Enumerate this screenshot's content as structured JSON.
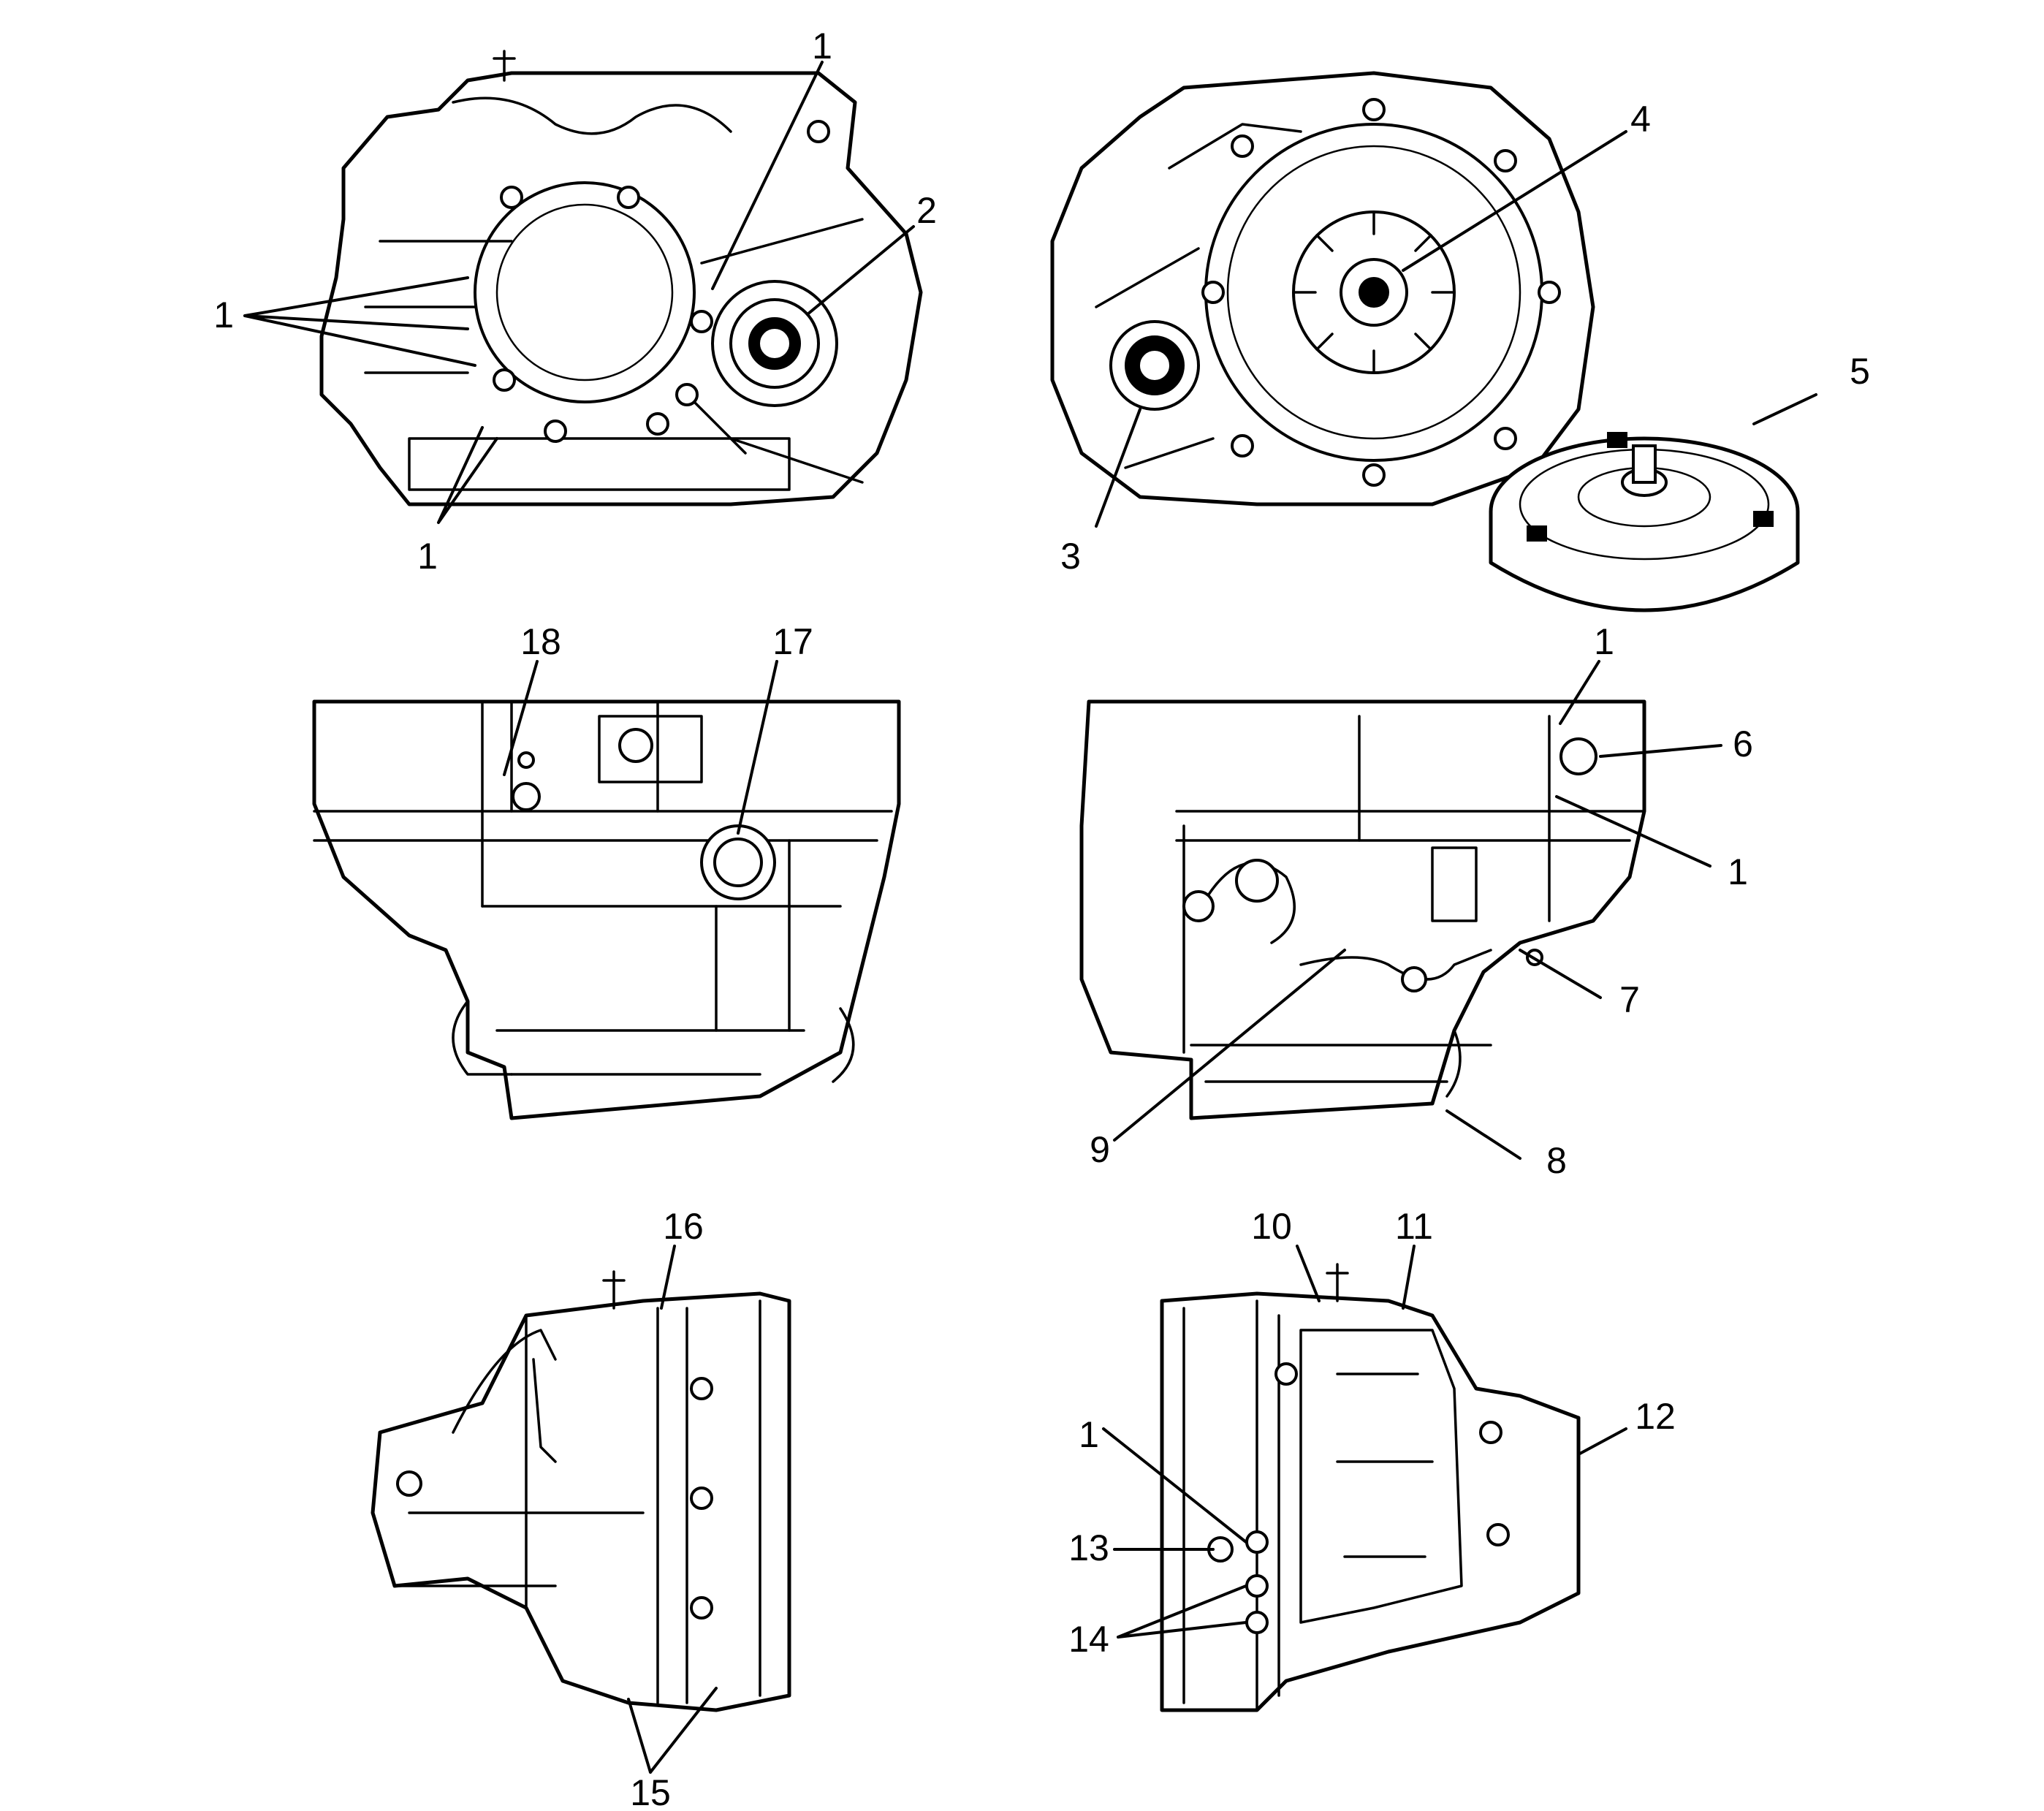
{
  "callouts": {
    "c1_tl_top": "1",
    "c1_tl_left": "1",
    "c1_tl_bottom": "1",
    "c2": "2",
    "c3": "3",
    "c4": "4",
    "c5": "5",
    "c18": "18",
    "c17": "17",
    "c1_mr_top": "1",
    "c6": "6",
    "c1_mr_right": "1",
    "c7": "7",
    "c9": "9",
    "c8": "8",
    "c16": "16",
    "c15": "15",
    "c10": "10",
    "c11": "11",
    "c12": "12",
    "c1_br": "1",
    "c13": "13",
    "c14": "14"
  }
}
